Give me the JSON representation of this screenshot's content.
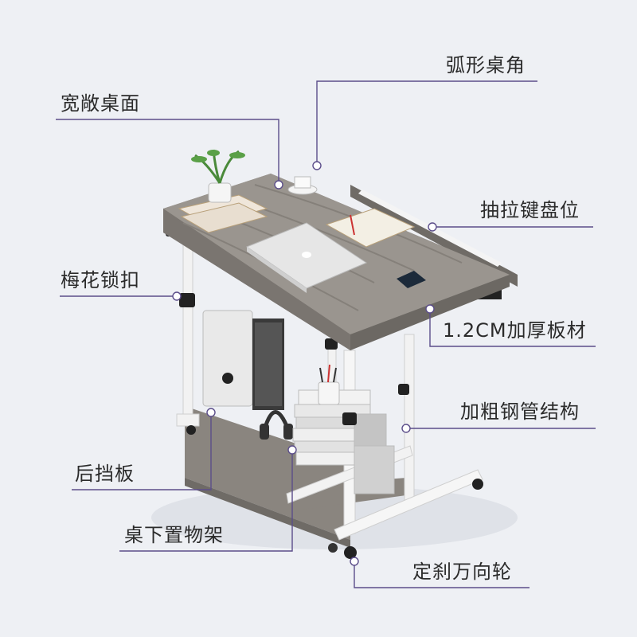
{
  "callouts": {
    "wide_top": "宽敞桌面",
    "curved_corner": "弧形桌角",
    "keyboard_tray": "抽拉键盘位",
    "plum_lock": "梅花锁扣",
    "thick_board": "1.2CM加厚板材",
    "steel_tube": "加粗钢管结构",
    "back_panel": "后挡板",
    "under_shelf": "桌下置物架",
    "locking_casters": "定刹万向轮"
  },
  "colors": {
    "background": "#eef0f4",
    "callout_line": "#5b4d8a",
    "callout_dot": "#ffffff",
    "desk_wood": "#8f8b86",
    "frame_steel": "#f2f2f2"
  }
}
